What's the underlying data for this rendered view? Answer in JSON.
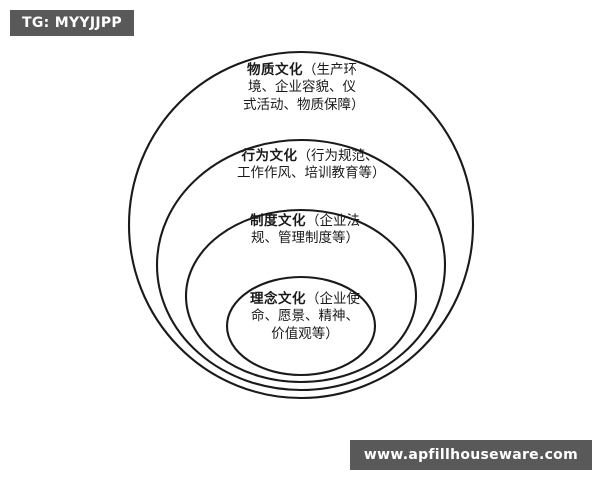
{
  "page": {
    "background_color": "#ffffff",
    "stroke_color": "#1a1a1a",
    "watermark_color": "#595959"
  },
  "watermarks": {
    "top_left": "TG: MYYJJPP",
    "bottom_right": "www.apfillhouseware.com"
  },
  "diagram": {
    "type": "concentric-rings",
    "title": "",
    "rings": [
      {
        "id": "material-culture",
        "level": 1,
        "position": "outermost",
        "heading": "物质文化",
        "body": "（生产环境、企业容貌、仪式活动、物质保障）",
        "full_text": "物质文化（生产环境、企业容貌、仪式活动、物质保障）"
      },
      {
        "id": "behavioral-culture",
        "level": 2,
        "position": "second",
        "heading": "行为文化",
        "body": "（行为规范、工作作风、培训教育等）",
        "full_text": "行为文化（行为规范、工作作风、培训教育等）"
      },
      {
        "id": "institutional-culture",
        "level": 3,
        "position": "third",
        "heading": "制度文化",
        "body": "（企业法规、管理制度等）",
        "full_text": "制度文化（企业法规、管理制度等）"
      },
      {
        "id": "ideological-culture",
        "level": 4,
        "position": "innermost",
        "heading": "理念文化",
        "body": "（企业使命、愿景、精神、价值观等）",
        "full_text": "理念文化（企业使命、愿景、精神、价值观等）"
      }
    ]
  }
}
